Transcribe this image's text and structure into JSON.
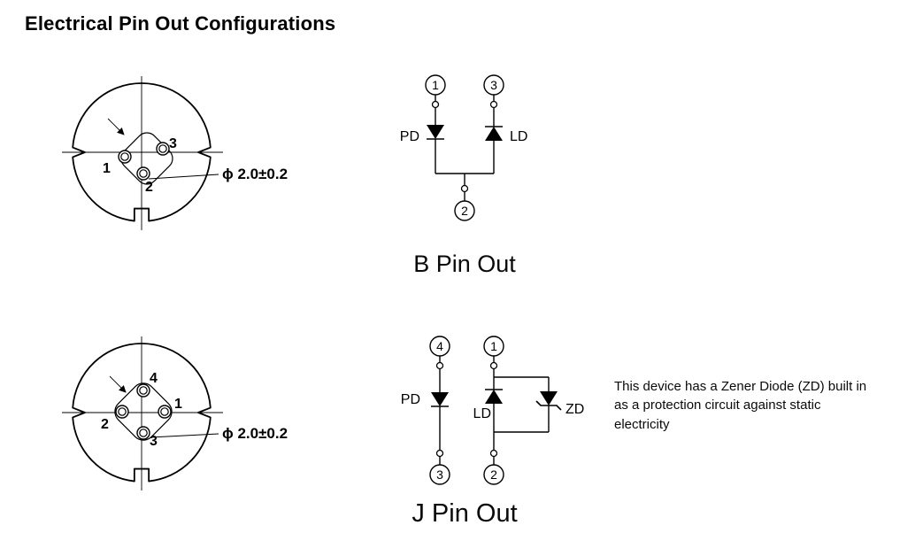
{
  "title": "Electrical Pin Out Configurations",
  "b_config": {
    "caption": "B Pin Out",
    "package": {
      "pin_1": "1",
      "pin_2": "2",
      "pin_3": "3",
      "dimension": "ϕ 2.0±0.2"
    },
    "schematic": {
      "pin_top_left": "1",
      "pin_top_right": "3",
      "pin_bottom": "2",
      "photodiode_label": "PD",
      "laser_diode_label": "LD"
    }
  },
  "j_config": {
    "caption": "J Pin Out",
    "package": {
      "pin_1": "1",
      "pin_2": "2",
      "pin_3": "3",
      "pin_4": "4",
      "dimension": "ϕ 2.0±0.2"
    },
    "schematic": {
      "pin_top_left": "4",
      "pin_top_right": "1",
      "pin_bottom_left": "3",
      "pin_bottom_right": "2",
      "photodiode_label": "PD",
      "laser_diode_label": "LD",
      "zener_diode_label": "ZD"
    },
    "zener_note": "This device has a Zener Diode (ZD) built in as a protection circuit against static electricity"
  }
}
